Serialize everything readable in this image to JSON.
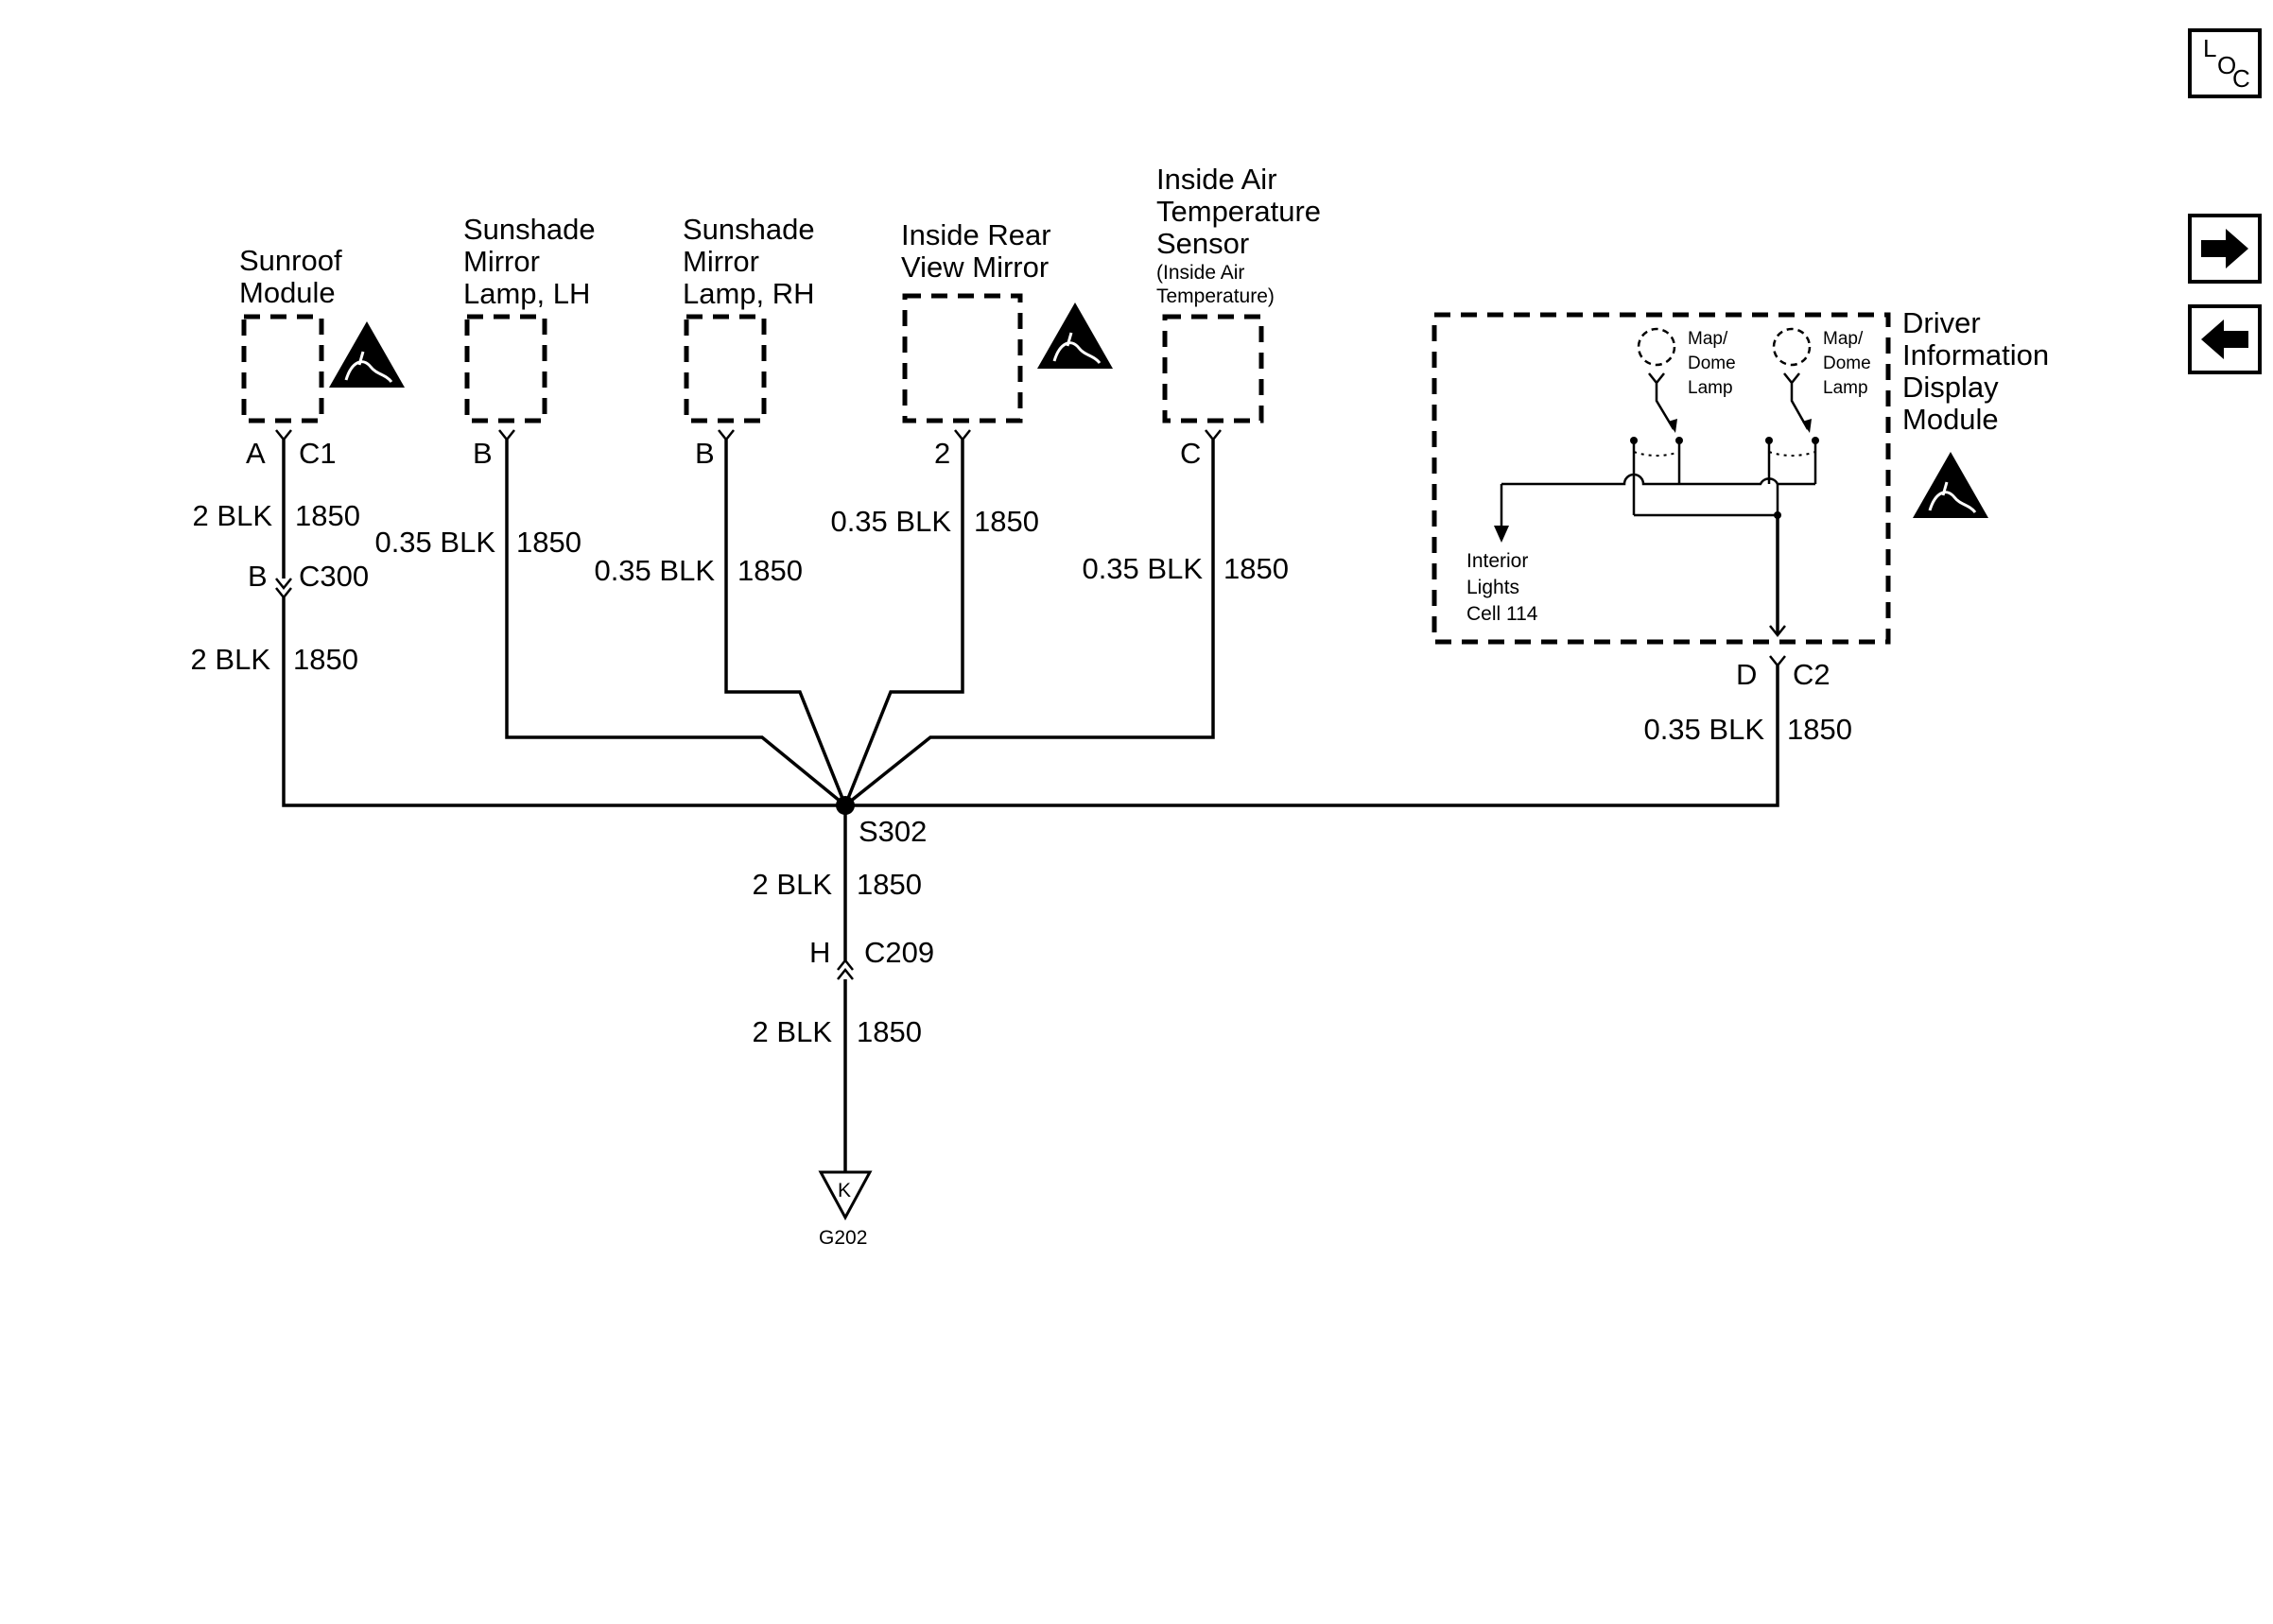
{
  "components": {
    "sunroof": [
      "Sunroof",
      "Module"
    ],
    "lamp_lh": [
      "Sunshade",
      "Mirror",
      "Lamp, LH"
    ],
    "lamp_rh": [
      "Sunshade",
      "Mirror",
      "Lamp, RH"
    ],
    "rear_mirror": [
      "Inside Rear",
      "View Mirror"
    ],
    "air_sensor": [
      "Inside Air",
      "Temperature",
      "Sensor"
    ],
    "air_sensor_note": [
      "(Inside Air",
      "Temperature)"
    ],
    "dim": [
      "Driver",
      "Information",
      "Display",
      "Module"
    ],
    "map_lamp": [
      "Map/",
      "Dome",
      "Lamp"
    ],
    "interior_lights": [
      "Interior",
      "Lights",
      "Cell 114"
    ]
  },
  "pins": {
    "sunroof": "A",
    "sunroof_conn": "C1",
    "lamp_lh": "B",
    "lamp_rh": "B",
    "rear_mirror": "2",
    "air_sensor": "C",
    "c300_pin": "B",
    "c300": "C300",
    "dim_pin": "D",
    "dim_conn": "C2",
    "c209_pin": "H",
    "c209": "C209"
  },
  "wires": {
    "sunroof_upper": [
      "2 BLK",
      "1850"
    ],
    "sunroof_lower": [
      "2 BLK",
      "1850"
    ],
    "lamp_lh": [
      "0.35 BLK",
      "1850"
    ],
    "lamp_rh": [
      "0.35 BLK",
      "1850"
    ],
    "rear_mirror": [
      "0.35 BLK",
      "1850"
    ],
    "air_sensor": [
      "0.35 BLK",
      "1850"
    ],
    "dim": [
      "0.35 BLK",
      "1850"
    ],
    "ground_upper": [
      "2 BLK",
      "1850"
    ],
    "ground_lower": [
      "2 BLK",
      "1850"
    ]
  },
  "splice": "S302",
  "ground": {
    "letter": "K",
    "name": "G202"
  },
  "nav": {
    "loc_top": "L",
    "loc_o": "O",
    "loc_c": "C"
  }
}
